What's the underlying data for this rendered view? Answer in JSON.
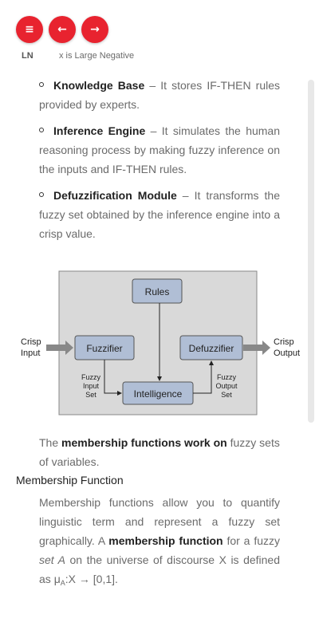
{
  "toolbar": {
    "menu_icon": "hamburger-icon",
    "back_icon": "arrow-left-icon",
    "forward_icon": "arrow-right-icon",
    "menu_glyph": "≡",
    "back_glyph": "←",
    "forward_glyph": "→",
    "accent_color": "#e8232f"
  },
  "table_remnant": {
    "abbr": "LN",
    "desc": "x is Large Negative"
  },
  "bullets": [
    {
      "term": "Knowledge Base",
      "text": " – It stores IF-THEN rules provided by experts."
    },
    {
      "term": "Inference Engine",
      "text": " – It simulates the human reasoning process by making fuzzy inference on the inputs and IF-THEN rules."
    },
    {
      "term": "Defuzzification Module",
      "text": " – It transforms the fuzzy set obtained by the inference engine into a crisp value."
    }
  ],
  "diagram": {
    "rules": "Rules",
    "fuzzifier": "Fuzzifier",
    "defuzzifier": "Defuzzifier",
    "intelligence": "Intelligence",
    "crisp_input_1": "Crisp",
    "crisp_input_2": "Input",
    "crisp_output_1": "Crisp",
    "crisp_output_2": "Output",
    "fuzzy_input_1": "Fuzzy",
    "fuzzy_input_2": "Input",
    "fuzzy_input_3": "Set",
    "fuzzy_output_1": "Fuzzy",
    "fuzzy_output_2": "Output",
    "fuzzy_output_3": "Set"
  },
  "membership_para": {
    "pre": "The ",
    "bold": "membership functions work on",
    "post": " fuzzy sets of variables."
  },
  "heading": "Membership Function",
  "definition": {
    "part1": "Membership functions allow you to quantify linguistic term and represent a fuzzy set graphically. A ",
    "bold": "membership function",
    "part2": " for a fuzzy ",
    "italic": "set A",
    "part3": " on the universe of discourse X is defined as ",
    "mu": "μ",
    "sub": "A",
    "formula": ":X → [0,1]."
  }
}
